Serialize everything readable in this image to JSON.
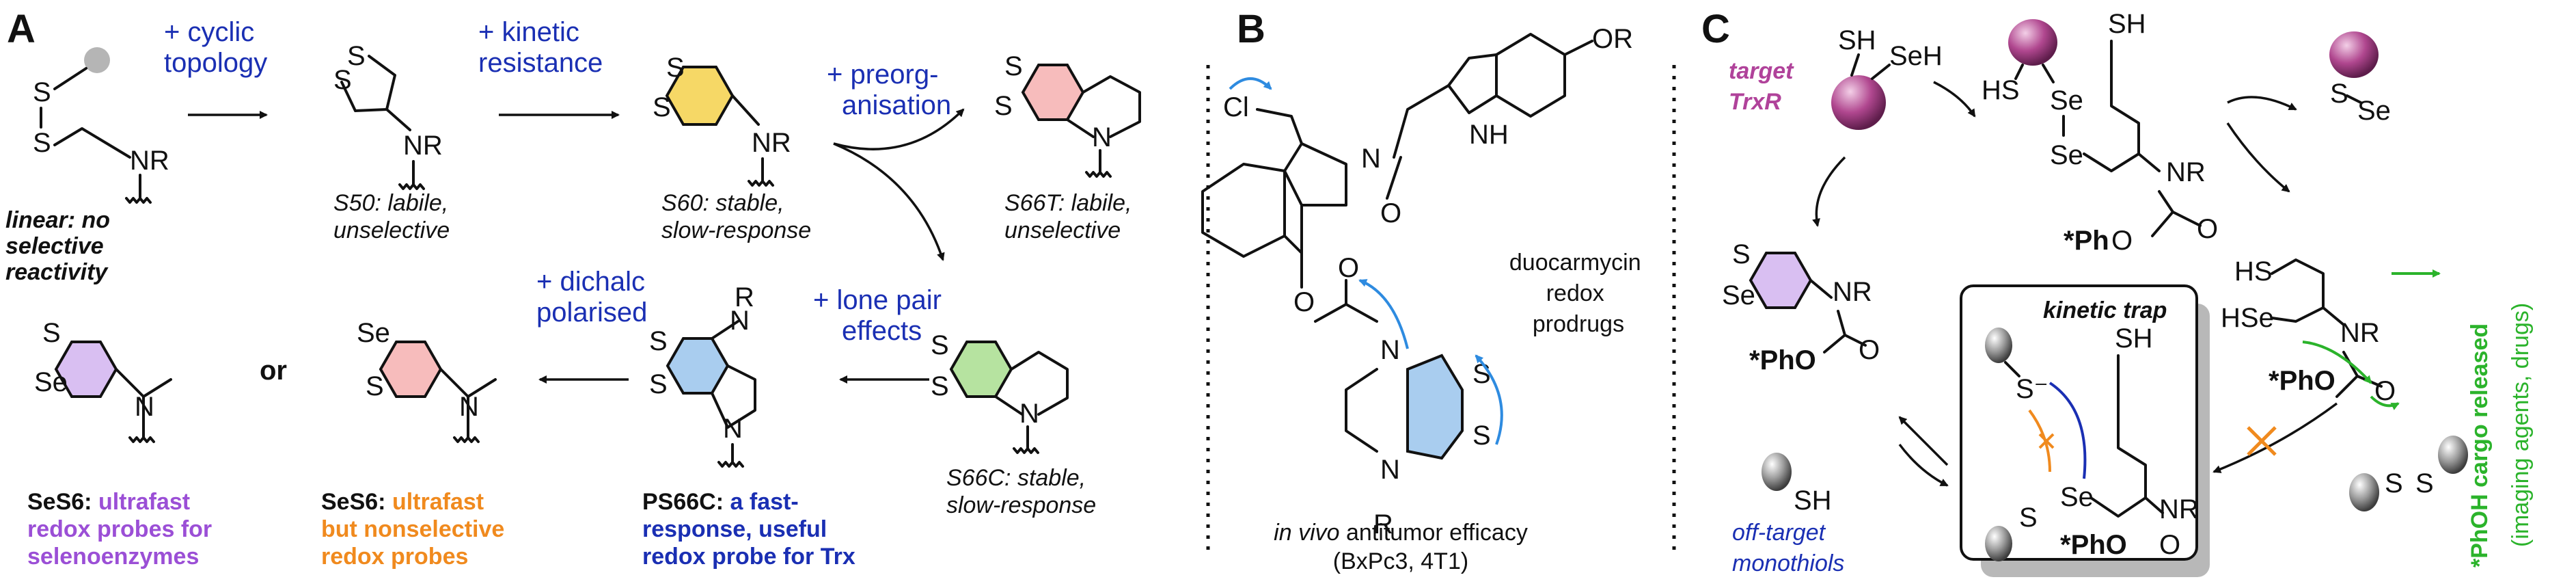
{
  "panels": {
    "a": "A",
    "b": "B",
    "c": "C"
  },
  "colors": {
    "blue": "#1a2fb3",
    "purple": "#9b4fd6",
    "orange": "#f08a1e",
    "green": "#2bb32b",
    "magenta": "#b0429a",
    "yellow_ring": "#f6d866",
    "pink_ring": "#f7bcbc",
    "blue_ring": "#a9cdef",
    "green_ring": "#b6e3a0",
    "lilac_ring": "#d9bff2"
  },
  "panel_a": {
    "steps": {
      "cyclic": [
        "+ cyclic",
        "topology"
      ],
      "kinetic": [
        "+ kinetic",
        "resistance"
      ],
      "preorg": [
        "+ preorg-",
        "anisation"
      ],
      "lone_pair": [
        "+ lone pair",
        "effects"
      ],
      "dichalc": [
        "+ dichalc",
        "polarised"
      ]
    },
    "linear": [
      "linear: no",
      "selective",
      "reactivity"
    ],
    "s50": [
      "S50: labile,",
      "unselective"
    ],
    "s60": [
      "S60: stable,",
      "slow-response"
    ],
    "s66t": [
      "S66T: labile,",
      "unselective"
    ],
    "s66c": [
      "S66C: stable,",
      "slow-response"
    ],
    "ps66c": {
      "name": "PS66C:",
      "desc1": "a fast-",
      "desc2": "response, useful",
      "desc3": "redox probe for Trx"
    },
    "ses6_left": {
      "name": "SeS6:",
      "desc1": "ultrafast",
      "desc2": "redox probes for",
      "desc3": "selenoenzymes"
    },
    "ses6_right": {
      "name": "SeS6:",
      "desc1": "ultrafast",
      "desc2": "but nonselective",
      "desc3": "redox probes"
    },
    "or": "or"
  },
  "panel_b": {
    "caption": [
      "duocarmycin",
      "redox",
      "prodrugs"
    ],
    "in_vivo_italic": "in vivo",
    "in_vivo_rest": "antitumor efficacy",
    "models": "(BxPc3, 4T1)"
  },
  "panel_c": {
    "target": [
      "target",
      "TrxR"
    ],
    "kinetic_trap": "kinetic trap",
    "off_target": [
      "off-target",
      "monothiols"
    ],
    "cargo": [
      "*PhOH cargo released",
      "(imaging agents, drugs)"
    ]
  },
  "atoms": {
    "S": "S",
    "Se": "Se",
    "SH": "SH",
    "SeH": "SeH",
    "HS": "HS",
    "HSe": "HSe",
    "NR": "NR",
    "N": "N",
    "R": "R",
    "NH": "NH",
    "OR": "OR",
    "Cl": "Cl",
    "O": "O",
    "PhO": "*PhO",
    "Ph": "*Ph",
    "S_minus": "S⁻"
  }
}
